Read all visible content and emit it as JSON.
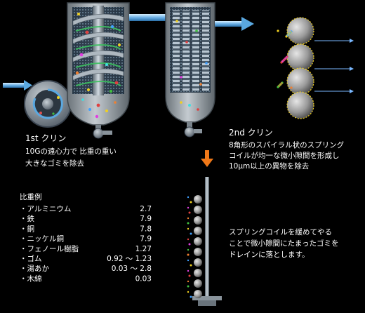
{
  "first": {
    "title": "1st  クリン",
    "line1": "10Gの遠心力で 比重の重い",
    "line2": "大きなゴミを除去"
  },
  "second": {
    "title": "2nd  クリン",
    "line1": "8角形のスパイラル状のスプリング",
    "line2": "コイルが均一な微小隙間を形成し",
    "line3": "10μm以上の異物を除去"
  },
  "drain": {
    "line1": "スプリングコイルを緩めてやる",
    "line2": "ことで微小隙間にたまったゴミを",
    "line3": "ドレインに落とします。"
  },
  "specific_gravity": {
    "title": "比重例",
    "rows": [
      {
        "material": "・アルミニウム",
        "value": "2.7"
      },
      {
        "material": "・鉄",
        "value": "7.9"
      },
      {
        "material": "・銅",
        "value": "7.8"
      },
      {
        "material": "・ニッケル銅",
        "value": "7.9"
      },
      {
        "material": "・フェノール樹脂",
        "value": "1.27"
      },
      {
        "material": "・ゴム",
        "value": "0.92 ～ 1.23"
      },
      {
        "material": "・湯あか",
        "value": "0.03 ～ 2.8"
      },
      {
        "material": "・木綿",
        "value": "0.03"
      }
    ]
  },
  "colors": {
    "background": "#000000",
    "vessel": "#9aa2a8",
    "flow_arrow": "#5aa8e0",
    "drop_arrow": "#f07818",
    "ball": "#9a9a9a",
    "debris_yellow": "#f0d020"
  }
}
